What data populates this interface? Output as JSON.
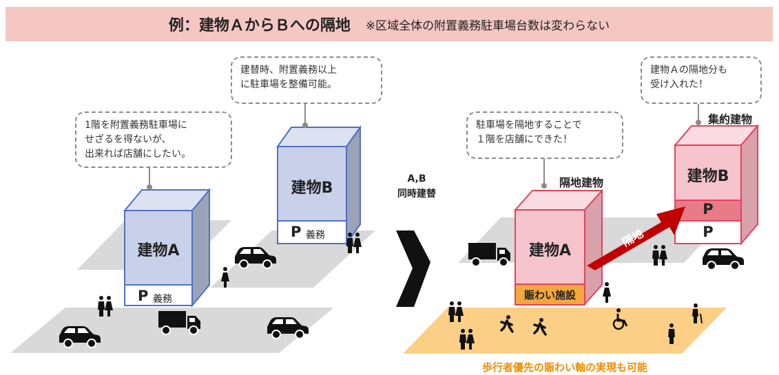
{
  "title": {
    "main": "例：建物ＡからＢへの隔地",
    "note": "※区域全体の附置義務駐車場台数は変わらない"
  },
  "before": {
    "bubble_a": "1階を附置義務駐車場に\nせざるを得ないが、\n出来れば店舗にしたい。",
    "bubble_b": "建替時、附置義務以上\nに駐車場を整備可能。",
    "building_a": "建物A",
    "building_b": "建物B",
    "parking_a": "P",
    "parking_a_tag": "義務",
    "parking_b": "P",
    "parking_b_tag": "義務"
  },
  "transition": {
    "line1": "A,B",
    "line2": "同時建替"
  },
  "after": {
    "bubble_a": "駐車場を隔地することで\n１階を店舗にできた！",
    "bubble_b": "建物Ａの隔地分も\n受け入れた！",
    "label_a": "隔地建物",
    "label_b": "集約建物",
    "building_a": "建物A",
    "building_b": "建物B",
    "shop_label": "賑わい施設",
    "parking_upper": "P",
    "parking_lower": "P",
    "arrow_label": "隔地",
    "caption": "歩行者優先の賑わい軸の実現も可能"
  },
  "colors": {
    "title_band": "#f4c7c3",
    "road": "#d9d9d9",
    "blue_front": "#c9d0ea",
    "blue_top": "#dde2f2",
    "blue_side": "#9aa3b8",
    "blue_edge": "#4e6fc4",
    "pink_front": "#f5c4cc",
    "pink_top": "#fadce2",
    "pink_side": "#d9a1ab",
    "red_edge": "#e2435a",
    "red_band": "#e97a88",
    "arrow_red": "#c00000",
    "shop_orange": "#f3a83d",
    "plaza": "#fbcf86",
    "caption_orange": "#f08c00",
    "icon": "#111111"
  }
}
